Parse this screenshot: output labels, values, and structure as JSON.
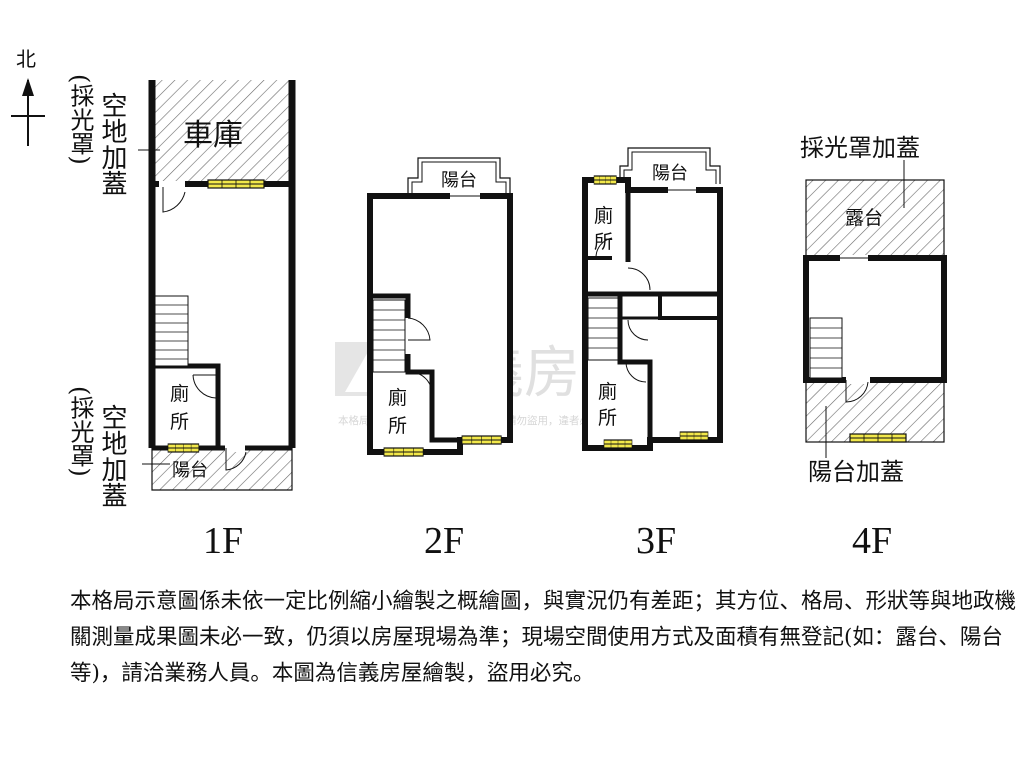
{
  "compass": {
    "north_label": "北"
  },
  "floors": [
    {
      "id": "1F",
      "label": "1F",
      "rooms": {
        "garage": "車庫",
        "toilet": "廁所",
        "balcony": "陽台"
      },
      "annotations": {
        "open_space_top": "空地加蓋",
        "open_space_top_paren": "(採光罩)",
        "open_space_bottom": "空地加蓋",
        "open_space_bottom_paren": "(採光罩)"
      }
    },
    {
      "id": "2F",
      "label": "2F",
      "rooms": {
        "balcony": "陽台",
        "toilet": "廁所"
      }
    },
    {
      "id": "3F",
      "label": "3F",
      "rooms": {
        "balcony": "陽台",
        "toilet_top": "廁所",
        "toilet_bottom": "廁所"
      }
    },
    {
      "id": "4F",
      "label": "4F",
      "rooms": {
        "terrace": "露台"
      },
      "annotations": {
        "skylight_addition": "採光罩加蓋",
        "balcony_addition": "陽台加蓋"
      }
    }
  ],
  "watermark": {
    "brand": "信義房屋",
    "notice": "本格局圖為信義房屋繪製，未經允許請勿盜用，違者必究"
  },
  "disclaimer": "本格局示意圖係未依一定比例縮小繪製之概繪圖，與實況仍有差距；其方位、格局、形狀等與地政機關測量成果圖未必一致，仍須以房屋現場為準；現場空間使用方式及面積有無登記(如：露台、陽台等)，請洽業務人員。本圖為信義房屋繪製，盜用必究。",
  "colors": {
    "wall": "#111111",
    "window_fill": "#f2e84a",
    "hatch": "#555555",
    "watermark": "#c8c8c8"
  }
}
